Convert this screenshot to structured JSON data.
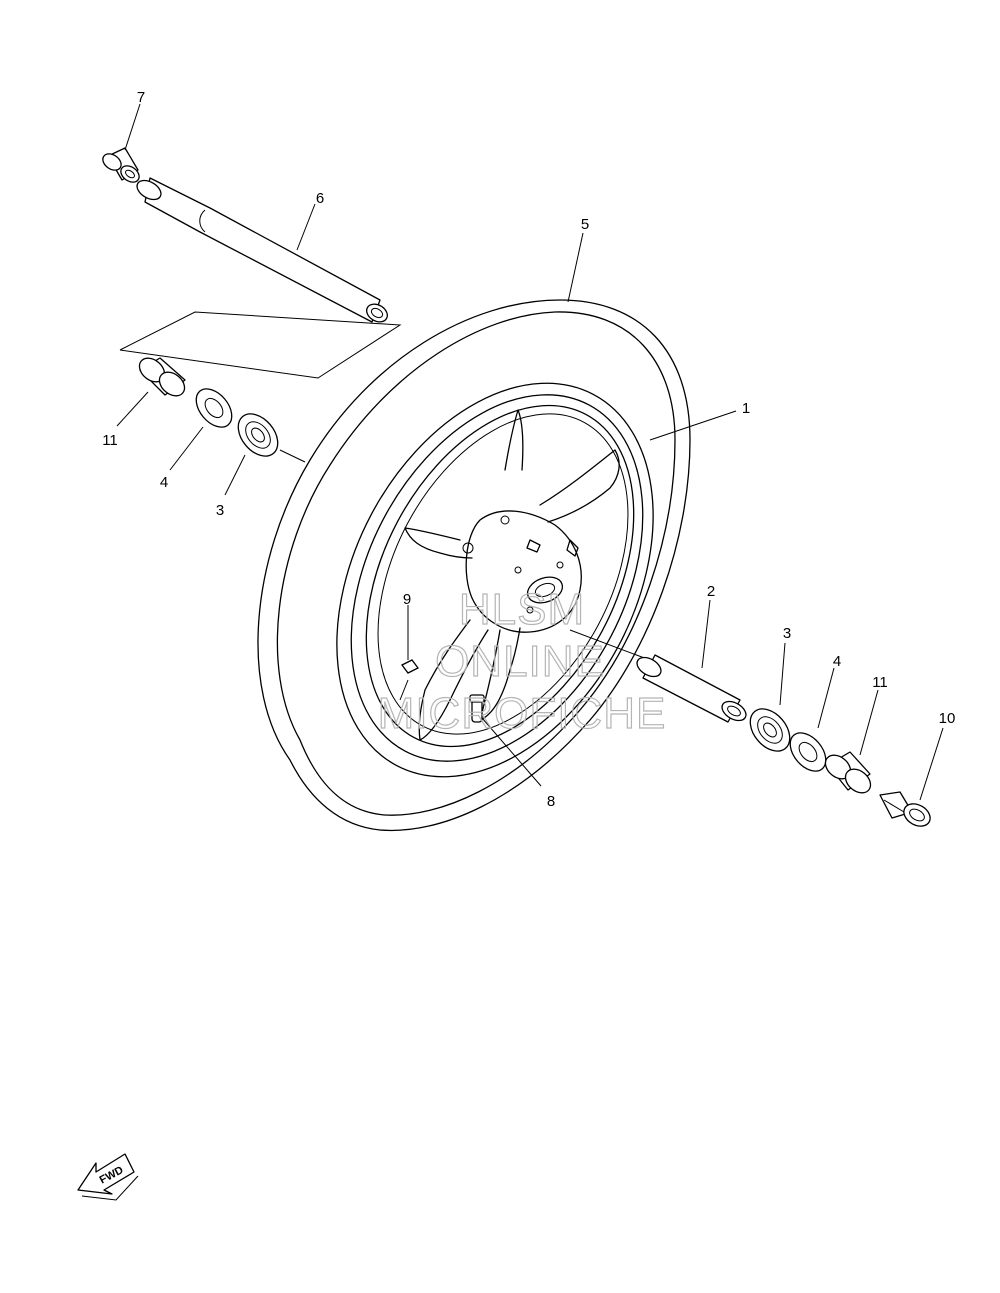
{
  "callouts": [
    {
      "id": "c1",
      "label": "1"
    },
    {
      "id": "c2",
      "label": "2"
    },
    {
      "id": "c3a",
      "label": "3"
    },
    {
      "id": "c3b",
      "label": "3"
    },
    {
      "id": "c4a",
      "label": "4"
    },
    {
      "id": "c4b",
      "label": "4"
    },
    {
      "id": "c5",
      "label": "5"
    },
    {
      "id": "c6",
      "label": "6"
    },
    {
      "id": "c7",
      "label": "7"
    },
    {
      "id": "c8",
      "label": "8"
    },
    {
      "id": "c9",
      "label": "9"
    },
    {
      "id": "c10",
      "label": "10"
    },
    {
      "id": "c11a",
      "label": "11"
    },
    {
      "id": "c11b",
      "label": "11"
    }
  ],
  "watermark": {
    "line1": "HLSM",
    "line2": "ONLINE",
    "line3": "MICROFICHE",
    "color": "#b5b5b5"
  },
  "direction_marker": {
    "label": "FWD",
    "icon": "forward-arrow-icon"
  },
  "colors": {
    "line": "#000000",
    "background": "#ffffff"
  }
}
